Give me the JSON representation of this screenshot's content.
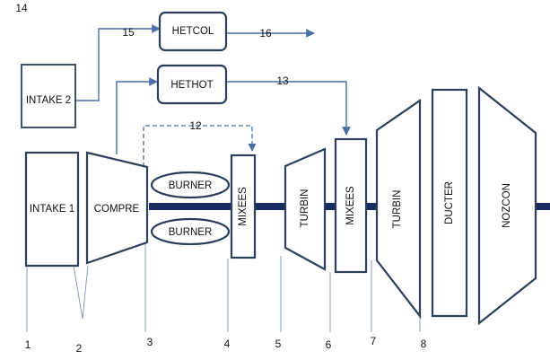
{
  "components": {
    "intake2": "INTAKE 2",
    "hetcol": "HETCOL",
    "hethot": "HETHOT",
    "intake1": "INTAKE 1",
    "compre": "COMPRE",
    "burner_top": "BURNER",
    "burner_bottom": "BURNER",
    "mixees1": "MIXEES",
    "turbin1": "TURBIN",
    "mixees2": "MIXEES",
    "turbin2": "TURBIN",
    "ducter": "DUCTER",
    "nozcon": "NOZCON"
  },
  "stream_labels": {
    "s14": "14",
    "s15": "15",
    "s16": "16",
    "s13": "13",
    "s12": "12"
  },
  "station_labels": [
    "1",
    "2",
    "3",
    "4",
    "5",
    "6",
    "7",
    "8"
  ],
  "colors": {
    "outline": "#2b3f5c",
    "flow_line": "#4a6fa5",
    "shaft": "#1a2d63"
  }
}
